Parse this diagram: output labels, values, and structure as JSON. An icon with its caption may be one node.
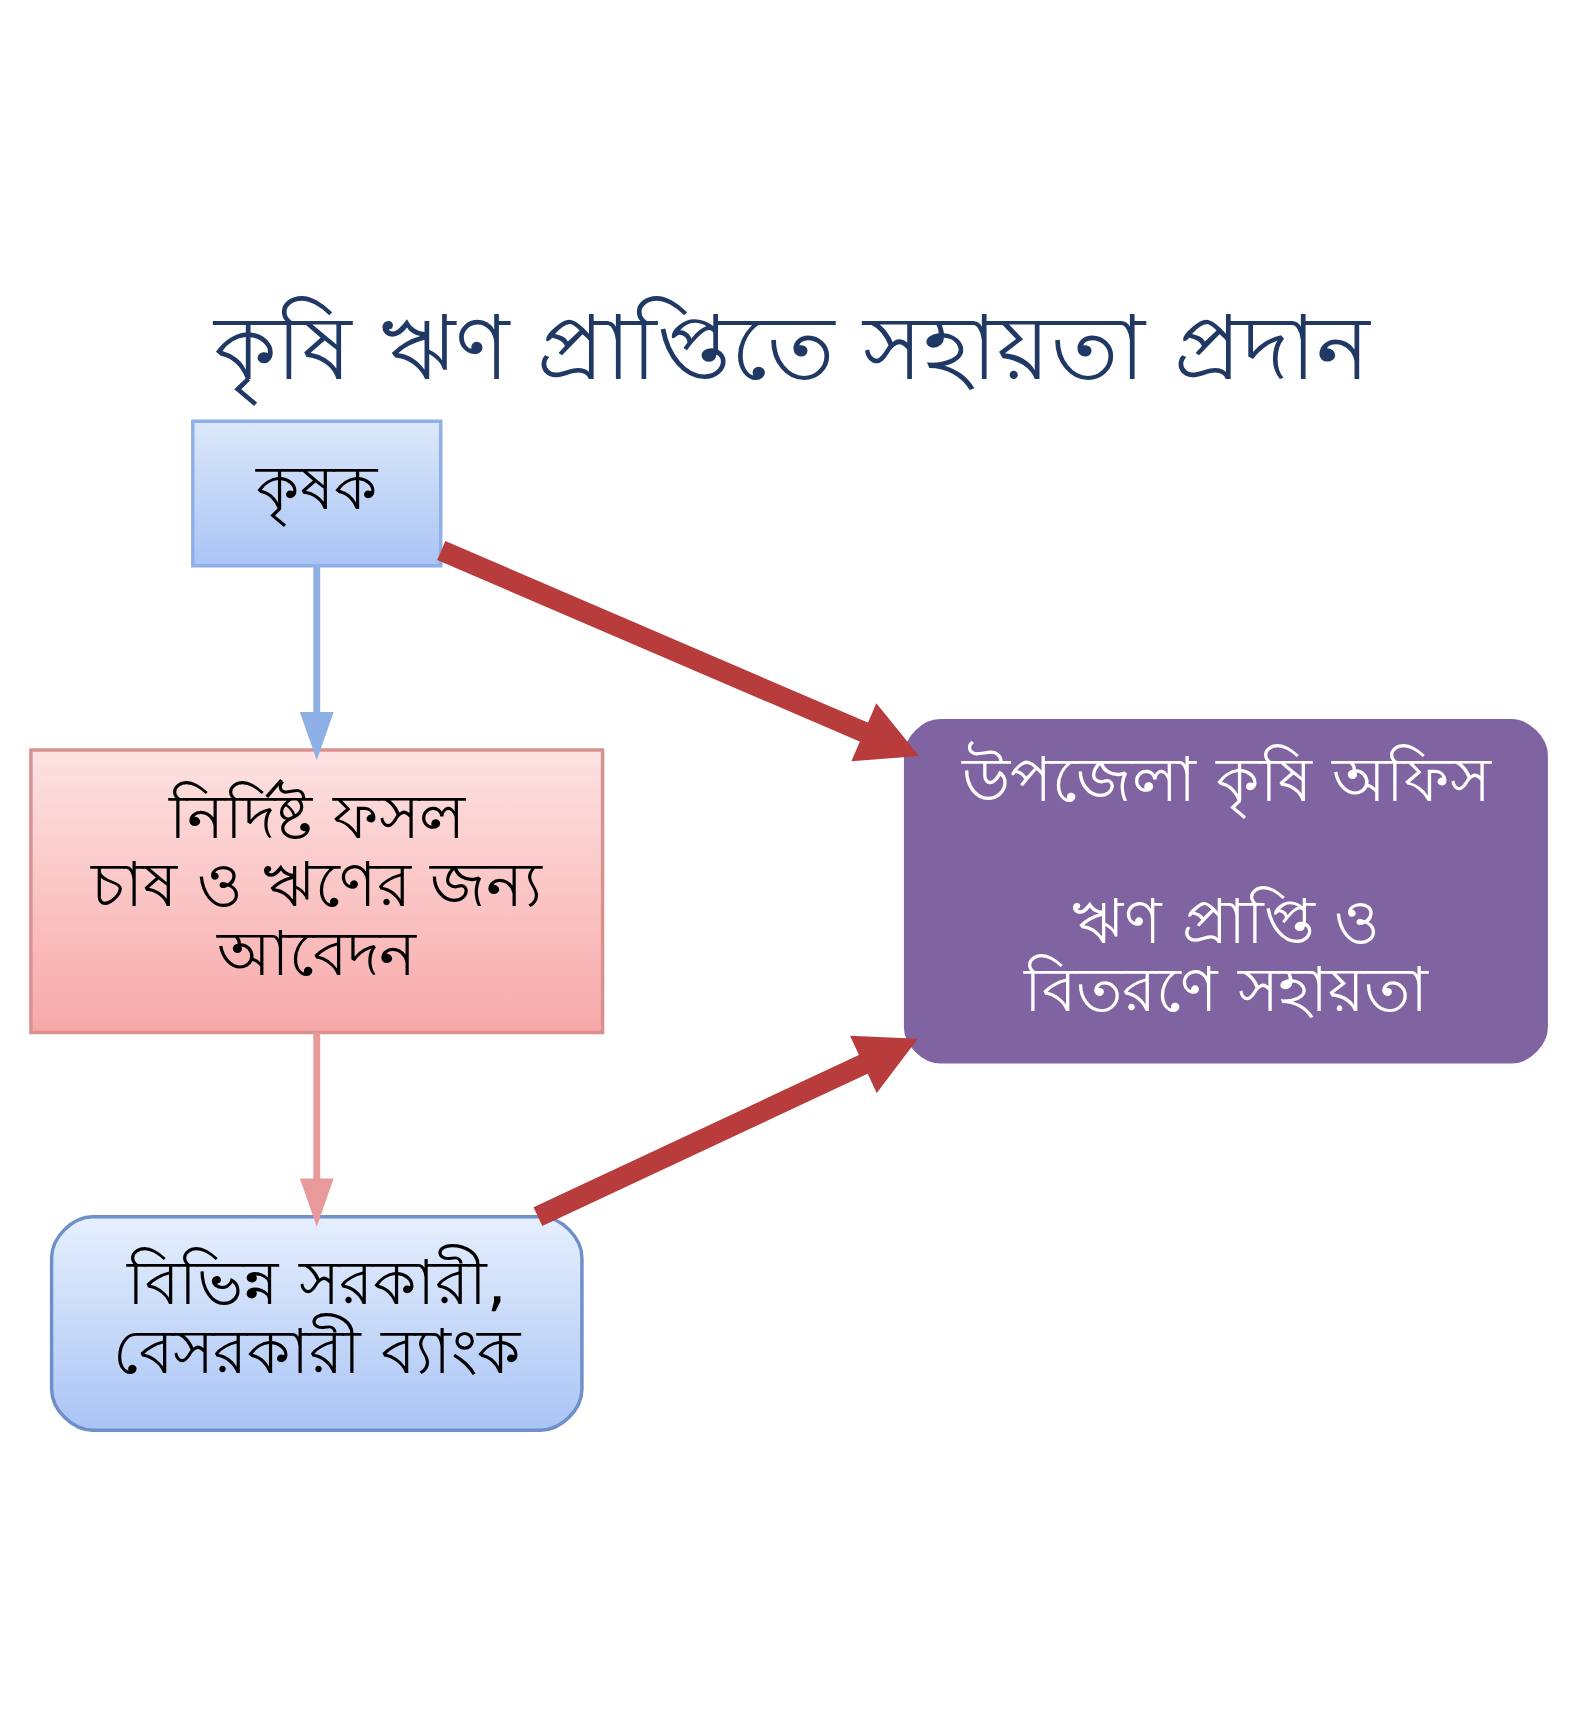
{
  "diagram": {
    "title": "কৃষি ঋণ প্রাপ্তিতে সহায়তা প্রদান",
    "nodes": [
      {
        "text": [
          "কৃষক"
        ]
      },
      {
        "text": [
          "নির্দিষ্ট ফসল চাষ ও ঋণের জন্য আবেদন"
        ]
      },
      {
        "text": [
          "বিভিন্ন সরকারী, বেসরকারী ব্যাংক"
        ]
      },
      {
        "text": [
          "উপজেলা কৃষি অফিস",
          "ঋণ প্রাপ্তি ও বিতরণে সহায়তা"
        ]
      }
    ],
    "edges": [
      {
        "from": 0,
        "to": 3,
        "arrow": "to",
        "style": "thick",
        "color": "#b83c3c"
      },
      {
        "from": 0,
        "to": 1,
        "arrow": "to",
        "color": "#8eb0e6"
      },
      {
        "from": 1,
        "to": 2,
        "arrow": "to",
        "color": "#e89a9a"
      },
      {
        "from": 2,
        "to": 3,
        "arrow": "to",
        "style": "thick",
        "color": "#b83c3c"
      }
    ]
  }
}
